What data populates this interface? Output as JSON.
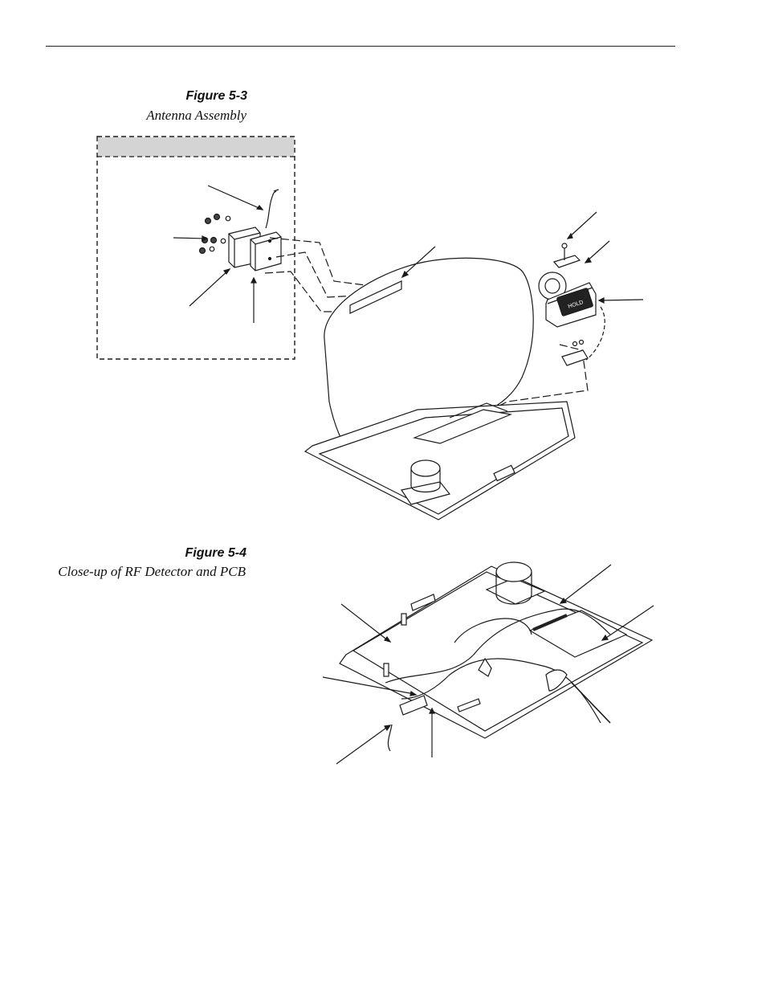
{
  "figures": [
    {
      "number": "Figure 5-3",
      "caption": "Antenna Assembly"
    },
    {
      "number": "Figure 5-4",
      "caption": "Close-up of RF Detector and PCB"
    }
  ],
  "panel_labels": {
    "hold": "HOLD"
  }
}
